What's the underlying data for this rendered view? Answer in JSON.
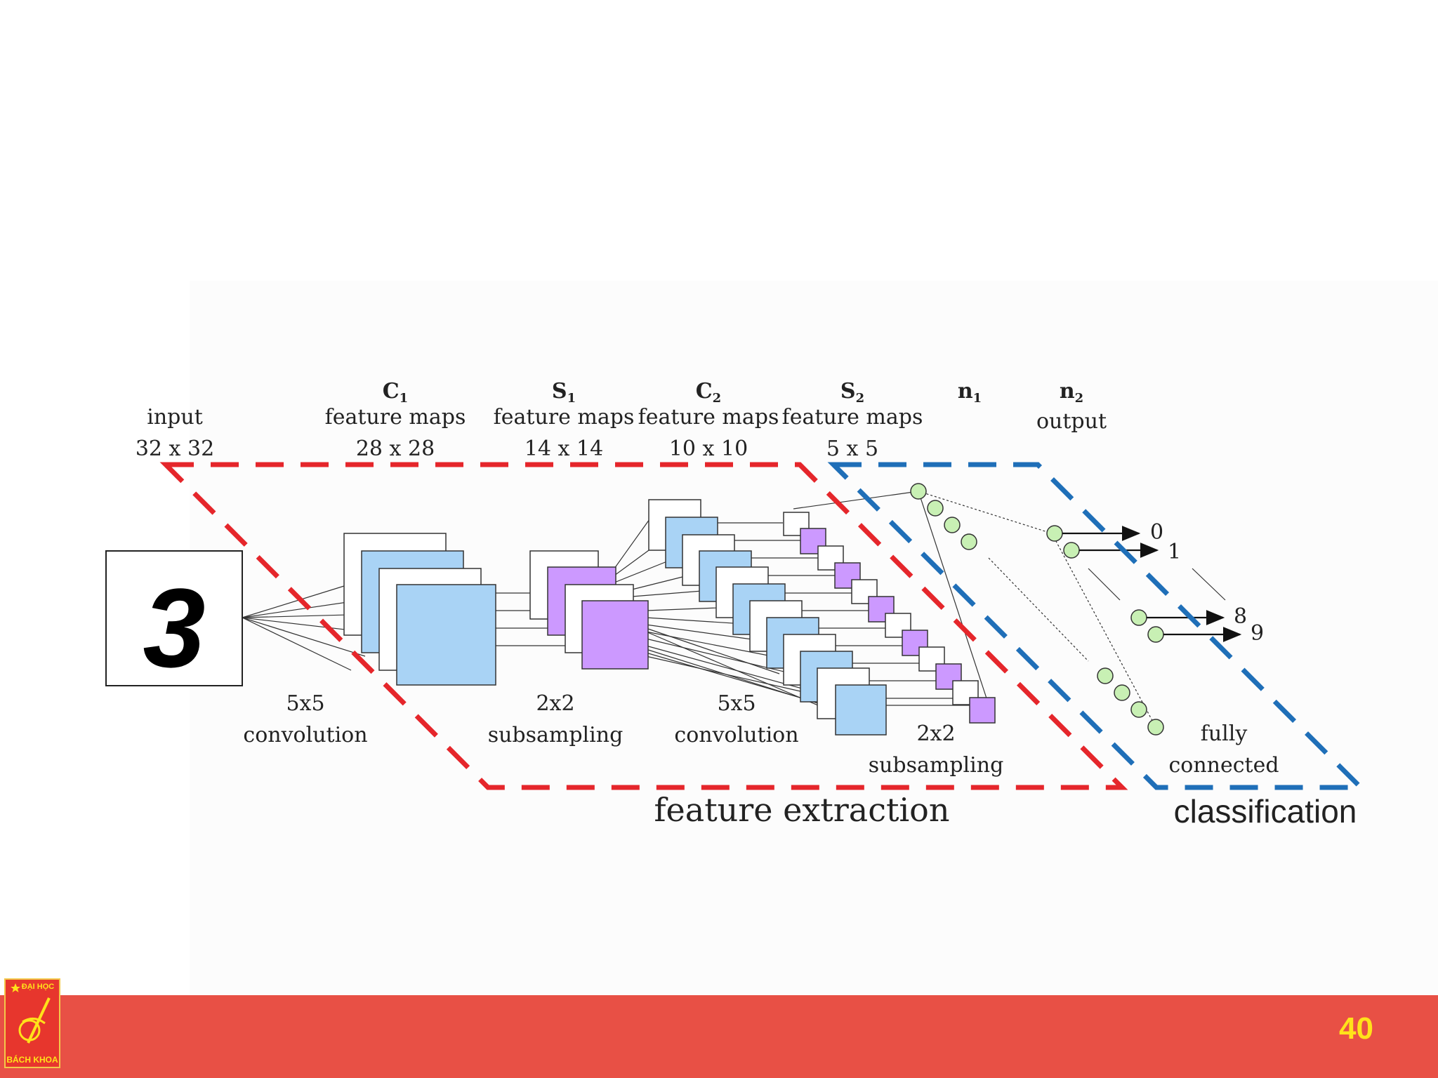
{
  "layers": {
    "input": {
      "name": "input",
      "size": "32 x 32"
    },
    "c1": {
      "name": "C",
      "sub": "1",
      "desc": "feature maps",
      "size": "28 x 28"
    },
    "s1": {
      "name": "S",
      "sub": "1",
      "desc": "feature maps",
      "size": "14 x 14"
    },
    "c2": {
      "name": "C",
      "sub": "2",
      "desc": "feature maps",
      "size": "10 x 10"
    },
    "s2": {
      "name": "S",
      "sub": "2",
      "desc": "feature maps",
      "size": "5 x 5"
    },
    "n1": {
      "name": "n",
      "sub": "1"
    },
    "n2": {
      "name": "n",
      "sub": "2",
      "desc": "output"
    }
  },
  "operations": {
    "conv1": {
      "line1": "5x5",
      "line2": "convolution"
    },
    "sub1": {
      "line1": "2x2",
      "line2": "subsampling"
    },
    "conv2": {
      "line1": "5x5",
      "line2": "convolution"
    },
    "sub2": {
      "line1": "2x2",
      "line2": "subsampling"
    },
    "fc": {
      "line1": "fully",
      "line2": "connected"
    }
  },
  "regions": {
    "feature_extraction": "feature extraction",
    "classification": "classification"
  },
  "input_digit": "3",
  "outputs": [
    "0",
    "1",
    "8",
    "9"
  ],
  "colors": {
    "feature_map_blue": "#a9d3f5",
    "feature_map_purple": "#cc99ff",
    "neuron_green": "#c8f0b4",
    "region_red": "#e5262b",
    "region_blue": "#1f6fb8",
    "footer": "#e85045",
    "page_number": "#ffe21a"
  },
  "footer": {
    "page_number": "40",
    "logo_top": "ĐẠI HỌC",
    "logo_bottom": "BÁCH KHOA"
  }
}
